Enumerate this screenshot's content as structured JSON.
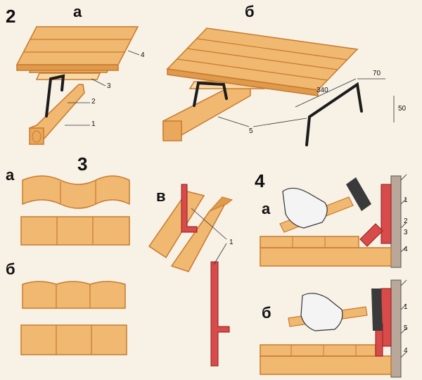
{
  "colors": {
    "wood": "#f0b870",
    "wood_dark": "#c77a2e",
    "wood_light": "#f8d8a6",
    "bracket_dark": "#1c1c1c",
    "bracket_red": "#d94a4a",
    "wall": "#b9a89a",
    "hand": "#f4f4f4",
    "hammer_head": "#3a3a3a",
    "background": "#f7f1e6"
  },
  "icons": [
    "floor-board",
    "joist",
    "cramp-bracket",
    "wedge",
    "hammer",
    "hand",
    "wall"
  ],
  "figures": [
    {
      "number": "2",
      "subs": [
        "а",
        "б"
      ],
      "callouts": [
        "1",
        "2",
        "3",
        "4",
        "5"
      ]
    },
    {
      "number": "3",
      "subs": [
        "а",
        "б",
        "в"
      ],
      "callouts": [
        "1"
      ]
    },
    {
      "number": "4",
      "subs": [
        "а",
        "б"
      ],
      "callouts": [
        "1",
        "2",
        "3",
        "4",
        "1",
        "5",
        "4"
      ]
    }
  ],
  "dimensions": [
    "340",
    "70",
    "50"
  ]
}
